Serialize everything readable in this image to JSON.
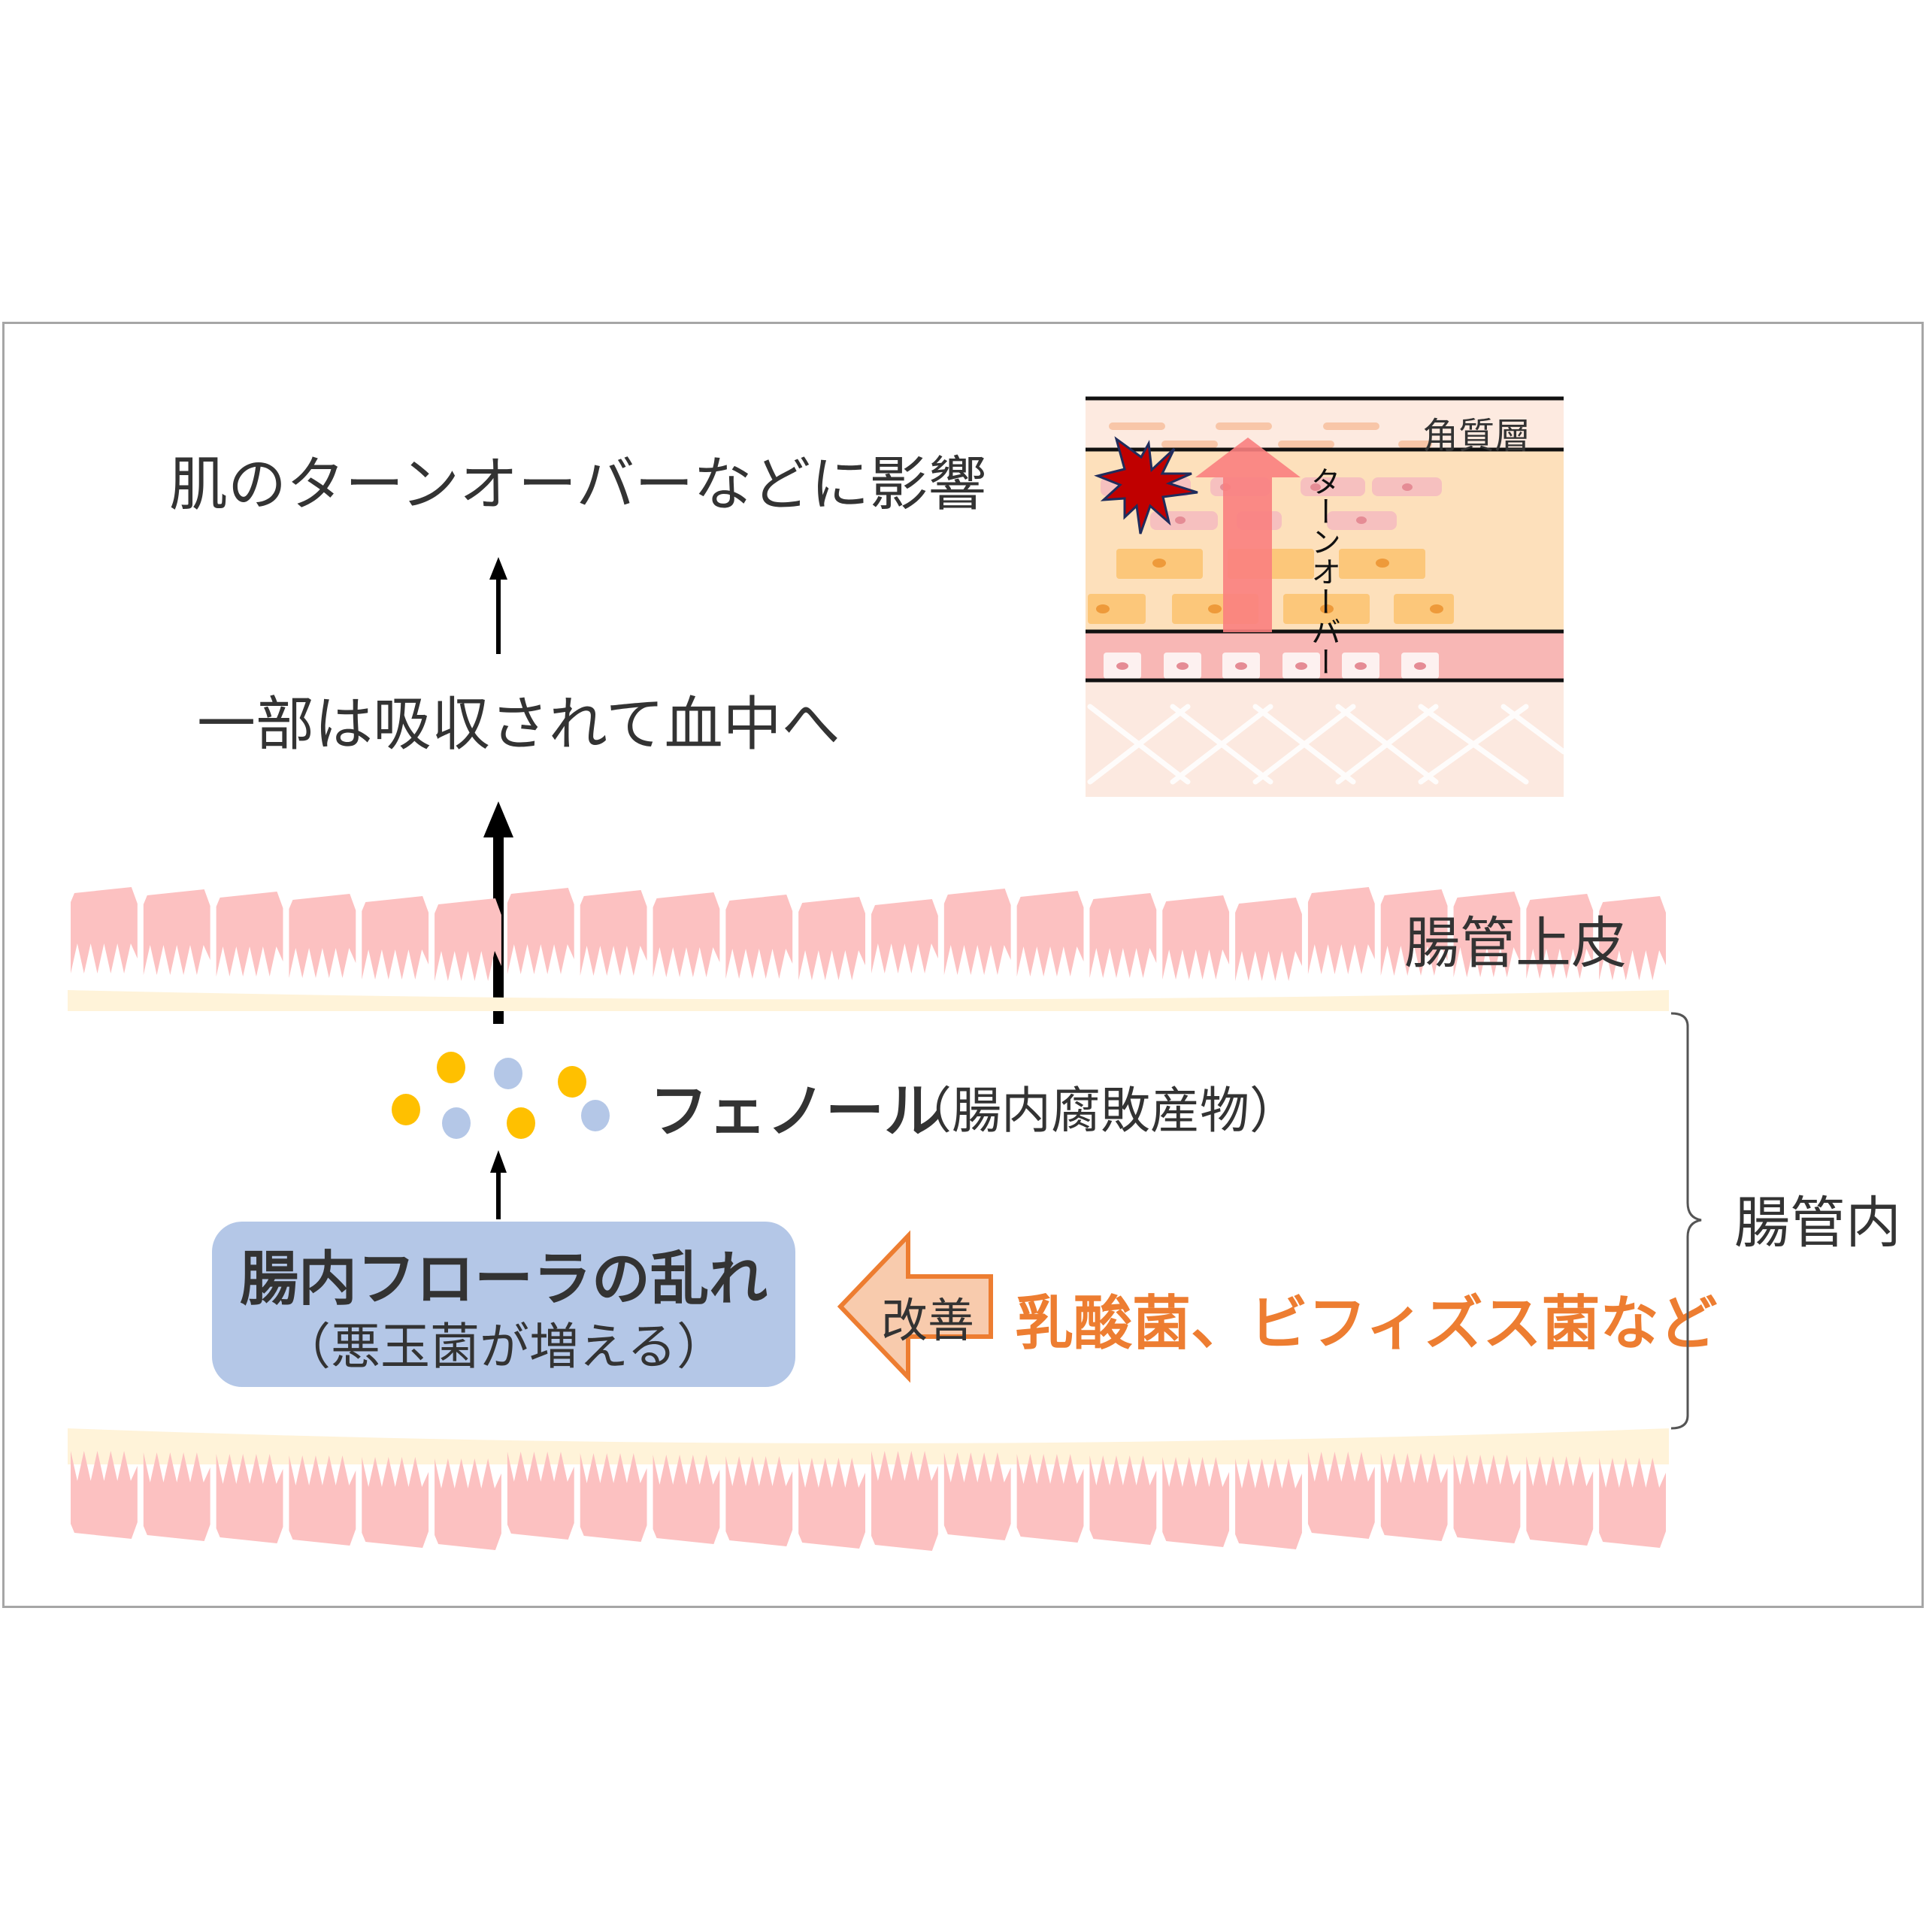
{
  "diagram": {
    "effect_label": "肌のターンオーバーなどに影響",
    "absorption_label": "一部は吸収されて血中へ",
    "epithelium_label": "腸管上皮",
    "phenol_label": "フェノール",
    "phenol_note": "（腸内腐敗産物）",
    "flora_title": "腸内フローラの乱れ",
    "flora_note": "（悪玉菌が増える）",
    "improve_label": "改善",
    "probiotics_label": "乳酸菌、ビフィズス菌など",
    "lumen_label": "腸管内",
    "skin": {
      "stratum_corneum_label": "角質層",
      "turnover_label": "ターンオーバー"
    }
  },
  "colors": {
    "villi": "#fcc1c1",
    "villi_base": "#fff3d9",
    "flora_box": "#b4c7e7",
    "accent_orange": "#ed7d31",
    "particle_yellow": "#ffc000",
    "particle_blue": "#b4c7e7",
    "turnover_arrow": "#f98080",
    "burst": "#c00000"
  }
}
